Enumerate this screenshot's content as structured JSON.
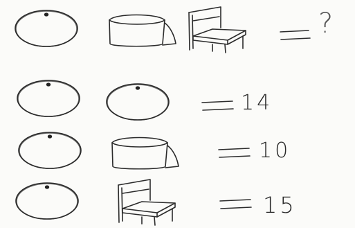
{
  "puzzle": {
    "rows": [
      {
        "items": [
          "orange-icon",
          "pot-icon",
          "chair-icon"
        ],
        "result": "?"
      },
      {
        "items": [
          "orange-icon",
          "orange-icon"
        ],
        "result": "14"
      },
      {
        "items": [
          "orange-icon",
          "pot-icon"
        ],
        "result": "10"
      },
      {
        "items": [
          "orange-icon",
          "chair-icon"
        ],
        "result": "15"
      }
    ]
  }
}
